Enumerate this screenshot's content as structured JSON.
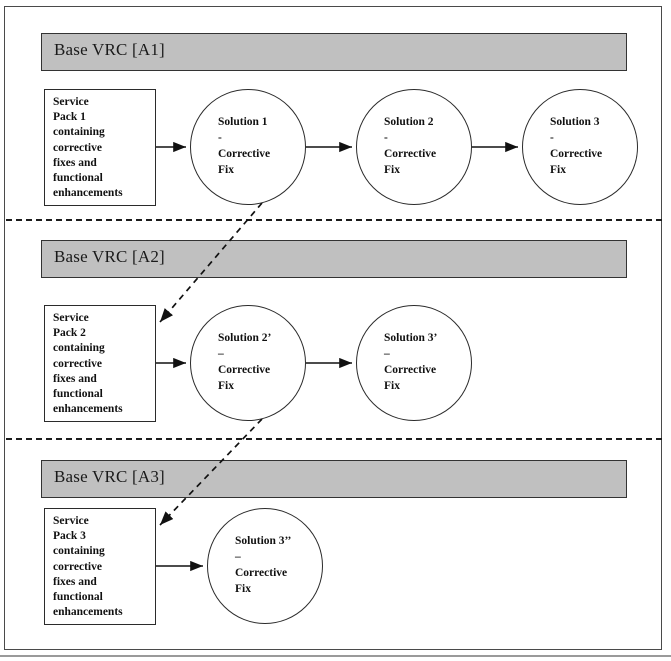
{
  "diagram": {
    "title_hidden": "",
    "colors": {
      "band_fill": "#c0c0c0",
      "band_stroke": "#333333",
      "line": "#1c1c1c",
      "frame": "#4a4a4a",
      "page_rule": "#9a9a9a"
    },
    "bands": [
      {
        "header_label": "Base VRC [A1]",
        "service_pack": {
          "line1": "Service",
          "line2": "Pack 1",
          "line3": "containing",
          "line4": "corrective",
          "line5": "fixes and",
          "line6": "functional",
          "line7": "enhancements"
        },
        "solutions": [
          {
            "title": "Solution 1",
            "dash": "-",
            "line1": "Corrective",
            "line2": "Fix"
          },
          {
            "title": "Solution 2",
            "dash": "-",
            "line1": "Corrective",
            "line2": "Fix"
          },
          {
            "title": "Solution 3",
            "dash": "-",
            "line1": "Corrective",
            "line2": "Fix"
          }
        ]
      },
      {
        "header_label": "Base VRC [A2]",
        "service_pack": {
          "line1": "Service",
          "line2": "Pack 2",
          "line3": "containing",
          "line4": "corrective",
          "line5": "fixes and",
          "line6": "functional",
          "line7": "enhancements"
        },
        "solutions": [
          {
            "title": "Solution 2’",
            "dash": "–",
            "line1": "Corrective",
            "line2": "Fix"
          },
          {
            "title": "Solution 3’",
            "dash": "–",
            "line1": "Corrective",
            "line2": "Fix"
          }
        ]
      },
      {
        "header_label": "Base VRC [A3]",
        "service_pack": {
          "line1": "Service",
          "line2": "Pack 3",
          "line3": "containing",
          "line4": "corrective",
          "line5": "fixes and",
          "line6": "functional",
          "line7": "enhancements"
        },
        "solutions": [
          {
            "title": "Solution 3’’",
            "dash": "–",
            "line1": "Corrective",
            "line2": "Fix"
          }
        ]
      }
    ]
  }
}
